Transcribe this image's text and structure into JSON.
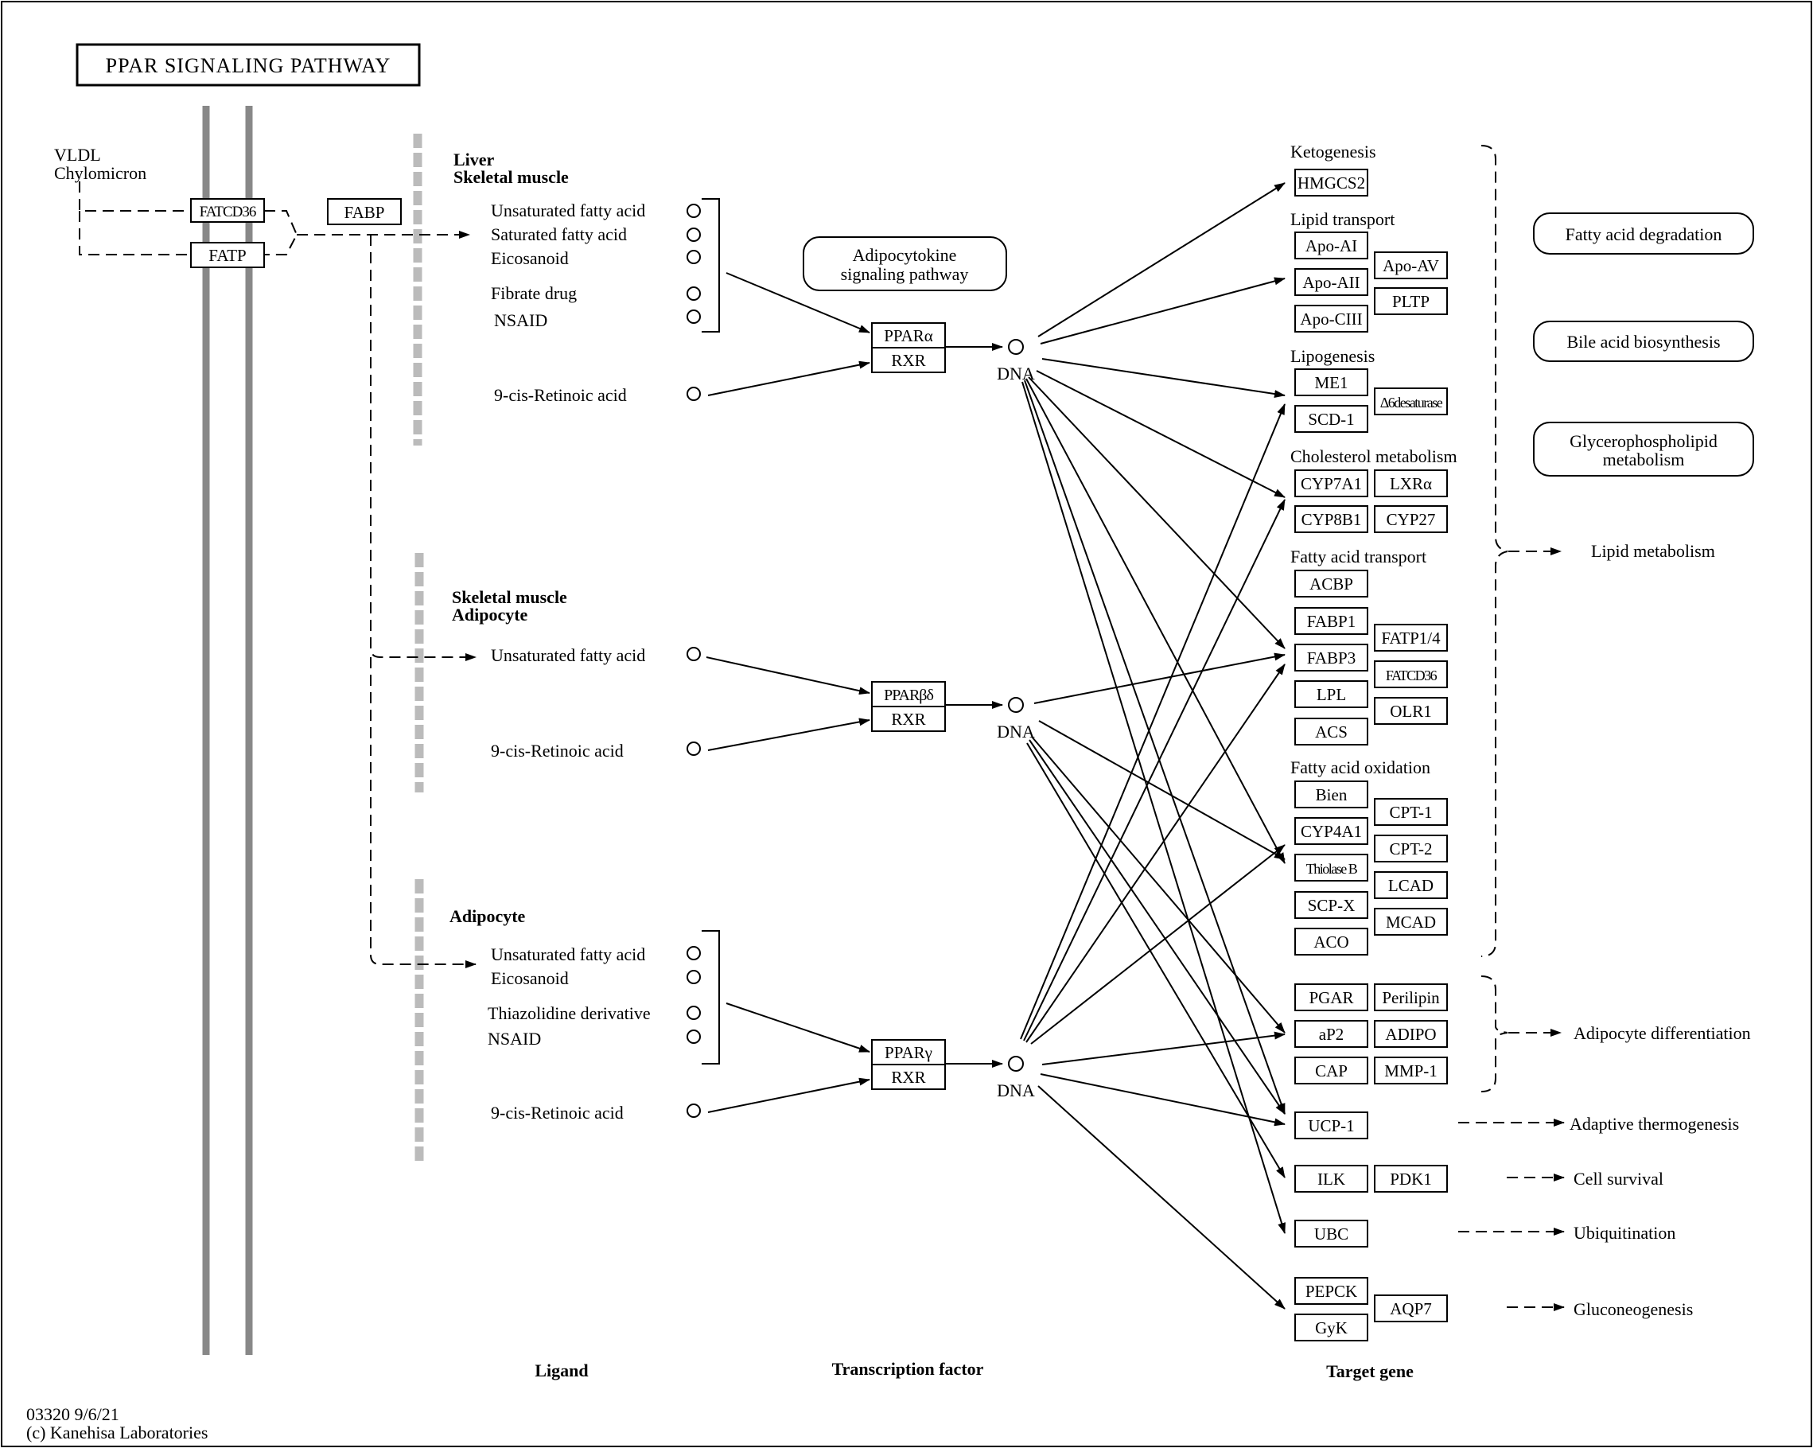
{
  "title": "PPAR SIGNALING PATHWAY",
  "footer": {
    "line1": "03320 9/6/21",
    "line2": "(c) Kanehisa Laboratories"
  },
  "columns": {
    "ligand": "Ligand",
    "transcription_factor": "Transcription factor",
    "target_gene": "Target gene"
  },
  "transport": {
    "source_line1": "VLDL",
    "source_line2": "Chylomicron",
    "fatcd36": "FATCD36",
    "fatp": "FATP",
    "fabp": "FABP"
  },
  "ligand_groups": {
    "alpha": {
      "tissue_line1": "Liver",
      "tissue_line2": "Skeletal muscle",
      "ligands": [
        "Unsaturated fatty acid",
        "Saturated fatty acid",
        "Eicosanoid",
        "Fibrate drug",
        "NSAID"
      ],
      "retinoic": "9-cis-Retinoic acid"
    },
    "beta": {
      "tissue_line1": "Skeletal muscle",
      "tissue_line2": "Adipocyte",
      "ligands": [
        "Unsaturated fatty acid"
      ],
      "retinoic": "9-cis-Retinoic acid"
    },
    "gamma": {
      "tissue_line1": "Adipocyte",
      "ligands": [
        "Unsaturated fatty acid",
        "Eicosanoid",
        "Thiazolidine derivative",
        "NSAID"
      ],
      "retinoic": "9-cis-Retinoic acid"
    }
  },
  "adipocytokine": {
    "line1": "Adipocytokine",
    "line2": "signaling pathway"
  },
  "transcription_factors": {
    "alpha": {
      "ppar": "PPARα",
      "rxr": "RXR",
      "dna": "DNA"
    },
    "beta": {
      "ppar": "PPARβδ",
      "rxr": "RXR",
      "dna": "DNA"
    },
    "gamma": {
      "ppar": "PPARγ",
      "rxr": "RXR",
      "dna": "DNA"
    }
  },
  "target_groups": {
    "ketogenesis": {
      "label": "Ketogenesis",
      "genes": [
        "HMGCS2"
      ]
    },
    "lipid_transport": {
      "label": "Lipid transport",
      "genes": [
        "Apo-AI",
        "Apo-AII",
        "Apo-CIII",
        "Apo-AV",
        "PLTP"
      ]
    },
    "lipogenesis": {
      "label": "Lipogenesis",
      "genes": [
        "ME1",
        "SCD-1",
        "Δ6desaturase"
      ]
    },
    "cholesterol": {
      "label": "Cholesterol metabolism",
      "genes": [
        "CYP7A1",
        "LXRα",
        "CYP8B1",
        "CYP27"
      ]
    },
    "fa_transport": {
      "label": "Fatty acid transport",
      "genes": [
        "ACBP",
        "FABP1",
        "FABP3",
        "LPL",
        "ACS",
        "FATP1/4",
        "FATCD36",
        "OLR1"
      ]
    },
    "fa_oxidation": {
      "label": "Fatty acid oxidation",
      "genes": [
        "Bien",
        "CYP4A1",
        "Thiolase B",
        "SCP-X",
        "ACO",
        "CPT-1",
        "CPT-2",
        "LCAD",
        "MCAD"
      ]
    },
    "adipocyte": {
      "genes": [
        "PGAR",
        "Perilipin",
        "aP2",
        "ADIPO",
        "CAP",
        "MMP-1"
      ]
    },
    "ucp": {
      "genes": [
        "UCP-1"
      ]
    },
    "survival": {
      "genes": [
        "ILK",
        "PDK1"
      ]
    },
    "ubc": {
      "genes": [
        "UBC"
      ]
    },
    "gluco": {
      "genes": [
        "PEPCK",
        "GyK",
        "AQP7"
      ]
    }
  },
  "pathways": {
    "fatty_acid_degradation": "Fatty acid degradation",
    "bile_acid": "Bile acid biosynthesis",
    "glycero_line1": "Glycerophospholipid",
    "glycero_line2": "metabolism"
  },
  "outcomes": {
    "lipid_metabolism": "Lipid metabolism",
    "adipocyte_differentiation": "Adipocyte differentiation",
    "adaptive_thermogenesis": "Adaptive thermogenesis",
    "cell_survival": "Cell survival",
    "ubiquitination": "Ubiquitination",
    "gluconeogenesis": "Gluconeogenesis"
  }
}
